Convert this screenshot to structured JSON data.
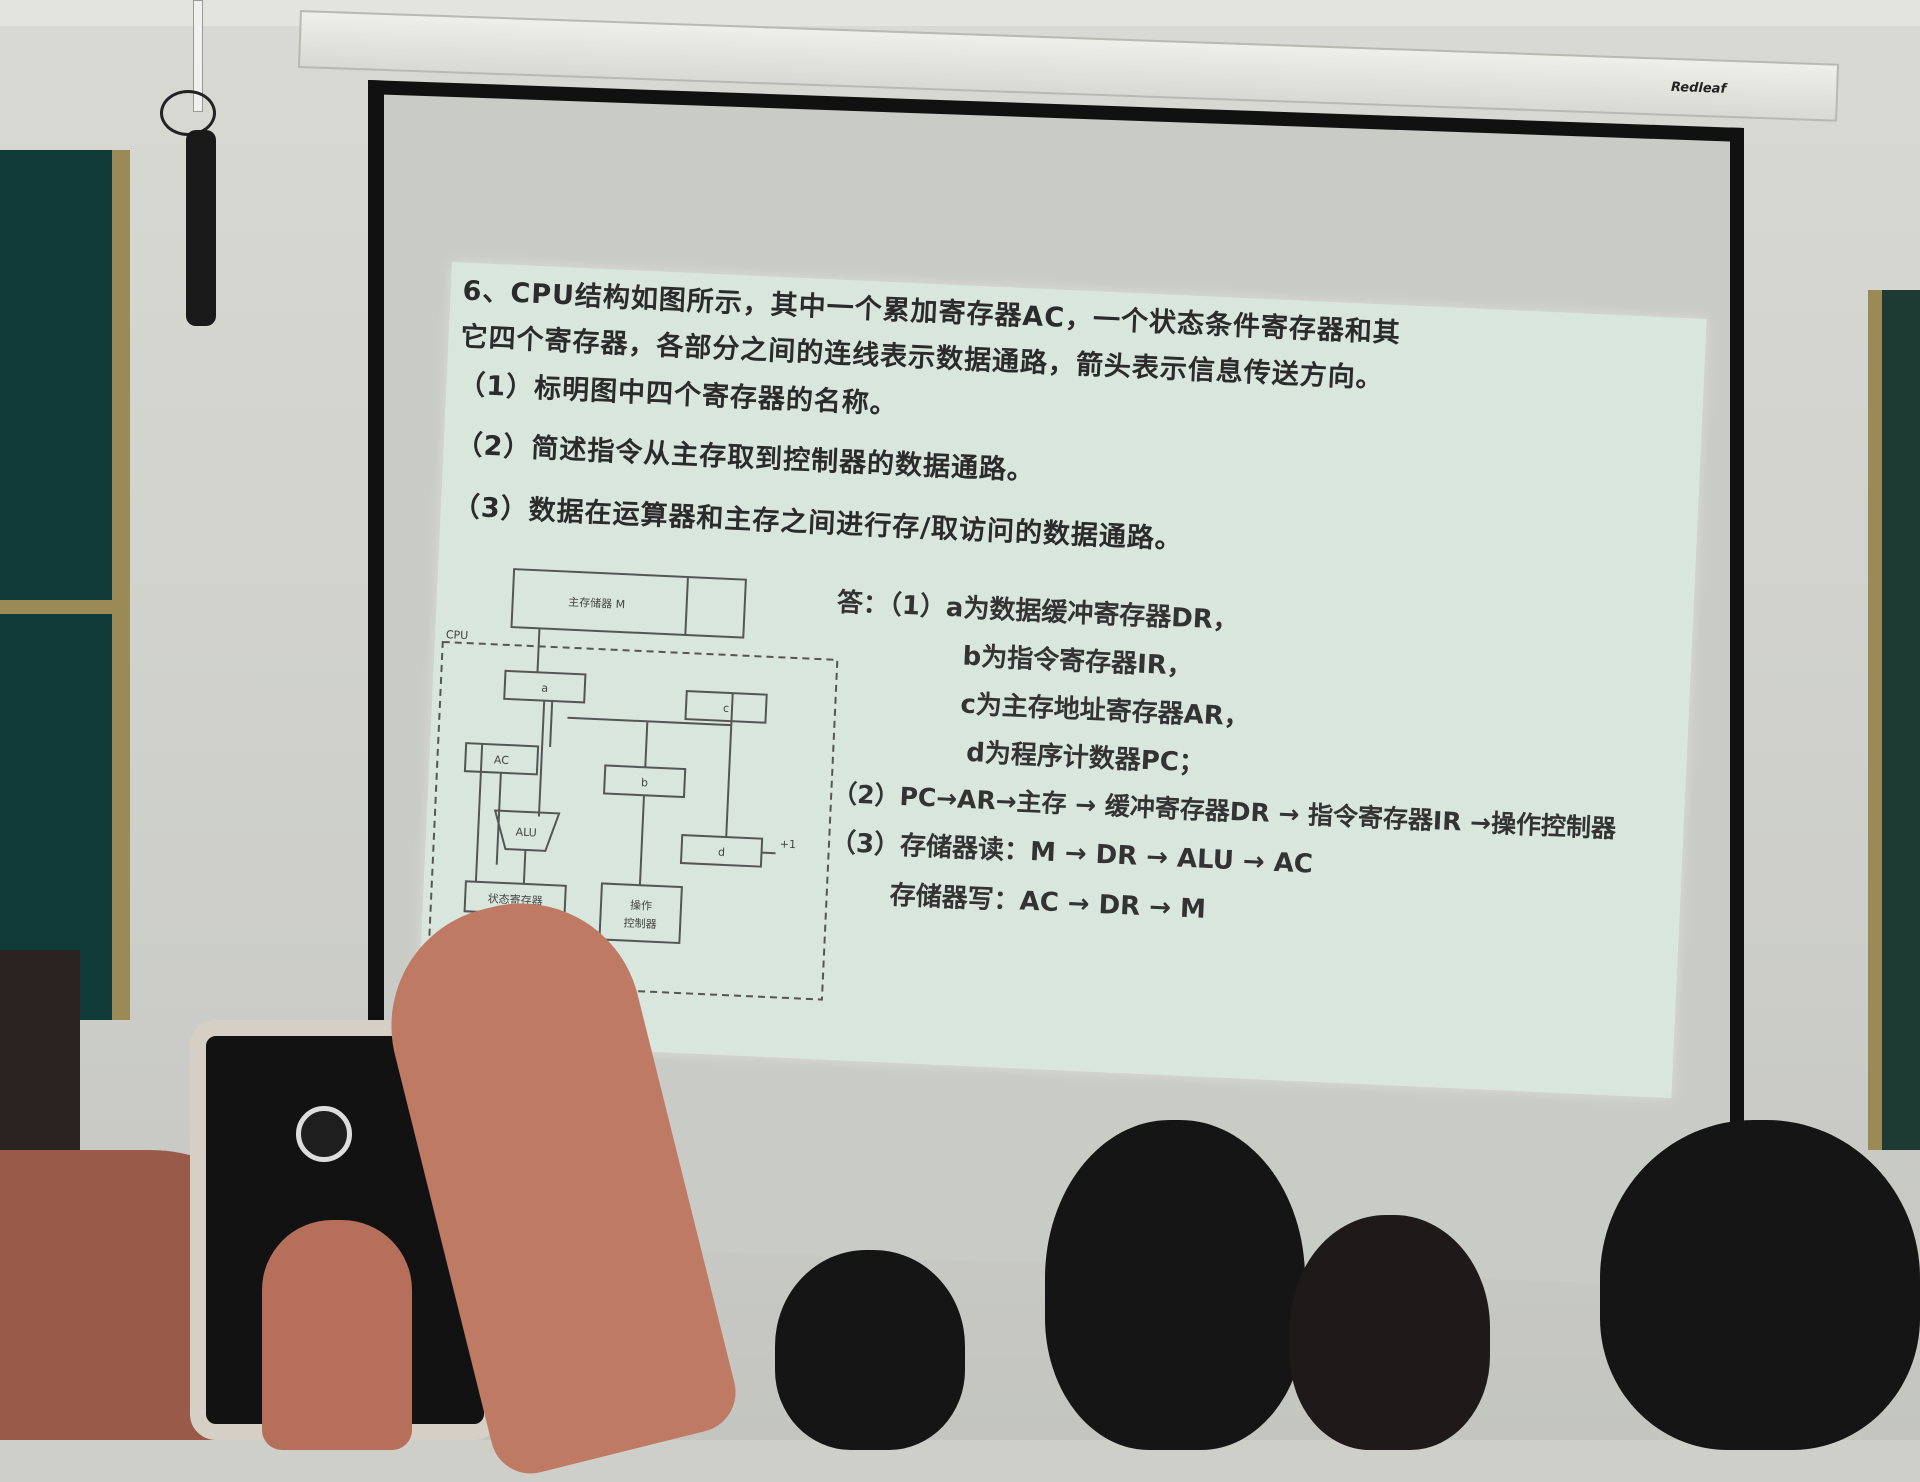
{
  "screen": {
    "brand": "Redleaf"
  },
  "slide": {
    "question_line1": "6、CPU结构如图所示，其中一个累加寄存器AC，一个状态条件寄存器和其",
    "question_line2": "它四个寄存器，各部分之间的连线表示数据通路，箭头表示信息传送方向。",
    "q1": "（1）标明图中四个寄存器的名称。",
    "q2": "（2）简述指令从主存取到控制器的数据通路。",
    "q3": "（3）数据在运算器和主存之间进行存/取访问的数据通路。",
    "answer": {
      "a1_line1": "答：（1）a为数据缓冲寄存器DR，",
      "a1_line2": "b为指令寄存器IR，",
      "a1_line3": "c为主存地址寄存器AR，",
      "a1_line4": "d为程序计数器PC；",
      "a2": "（2）PC→AR→主存 → 缓冲寄存器DR → 指令寄存器IR →操作控制器",
      "a3_line1": "（3）存储器读：M → DR → ALU → AC",
      "a3_line2": "存储器写：AC → DR → M"
    },
    "diagram": {
      "memory_label": "主存储器 M",
      "cpu_label": "CPU",
      "reg_a": "a",
      "reg_b": "b",
      "reg_c": "c",
      "reg_d": "d",
      "ac_label": "AC",
      "alu_label": "ALU",
      "status_reg": "状态寄存器",
      "controller_line1": "操作",
      "controller_line2": "控制器",
      "plus_one": "+1"
    }
  }
}
